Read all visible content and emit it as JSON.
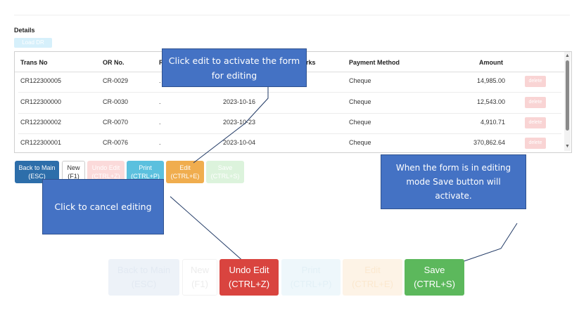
{
  "details": {
    "label": "Details",
    "load_button": "Load DR"
  },
  "table": {
    "headers": {
      "trans_no": "Trans No",
      "or_no": "OR No.",
      "r": "R",
      "remarks": "rks",
      "payment_method": "Payment Method",
      "amount": "Amount"
    },
    "rows": [
      {
        "trans_no": "CR122300005",
        "or_no": "CR-0029",
        "r": ".",
        "date": "",
        "payment": "Cheque",
        "amount": "14,985.00",
        "delete": "delete"
      },
      {
        "trans_no": "CR122300000",
        "or_no": "CR-0030",
        "r": ".",
        "date": "2023-10-16",
        "payment": "Cheque",
        "amount": "12,543.00",
        "delete": "delete"
      },
      {
        "trans_no": "CR122300002",
        "or_no": "CR-0070",
        "r": ".",
        "date": "2023-10-23",
        "payment": "Cheque",
        "amount": "4,910.71",
        "delete": "delete"
      },
      {
        "trans_no": "CR122300001",
        "or_no": "CR-0076",
        "r": ".",
        "date": "2023-10-04",
        "payment": "Cheque",
        "amount": "370,862.64",
        "delete": "delete"
      }
    ]
  },
  "toolbar_small": {
    "back": {
      "line1": "Back to Main",
      "line2": "(ESC)"
    },
    "new": {
      "line1": "New",
      "line2": "(F1)"
    },
    "undo": {
      "line1": "Undo Edit",
      "line2": "(CTRL+Z)"
    },
    "print": {
      "line1": "Print",
      "line2": "(CTRL+P)"
    },
    "edit": {
      "line1": "Edit",
      "line2": "(CTRL+E)"
    },
    "save": {
      "line1": "Save",
      "line2": "(CTRL+S)"
    }
  },
  "toolbar_large": {
    "back": {
      "line1": "Back to Main",
      "line2": "(ESC)"
    },
    "new": {
      "line1": "New",
      "line2": "(F1)"
    },
    "undo": {
      "line1": "Undo Edit",
      "line2": "(CTRL+Z)"
    },
    "print": {
      "line1": "Print",
      "line2": "(CTRL+P)"
    },
    "edit": {
      "line1": "Edit",
      "line2": "(CTRL+E)"
    },
    "save": {
      "line1": "Save",
      "line2": "(CTRL+S)"
    }
  },
  "callouts": {
    "edit_tip": "Click edit to activate the form for editing",
    "save_tip": "When the form is in editing mode Save button will activate.",
    "cancel_tip": "Click to cancel editing"
  },
  "colors": {
    "primary": "#2d6eaa",
    "info": "#5bc0de",
    "warning": "#f0ad4e",
    "danger": "#d9443f",
    "success": "#5cb85c",
    "callout": "#4472c4"
  },
  "icons": {
    "scroll_up": "caret-up-icon",
    "scroll_down": "caret-down-icon"
  }
}
